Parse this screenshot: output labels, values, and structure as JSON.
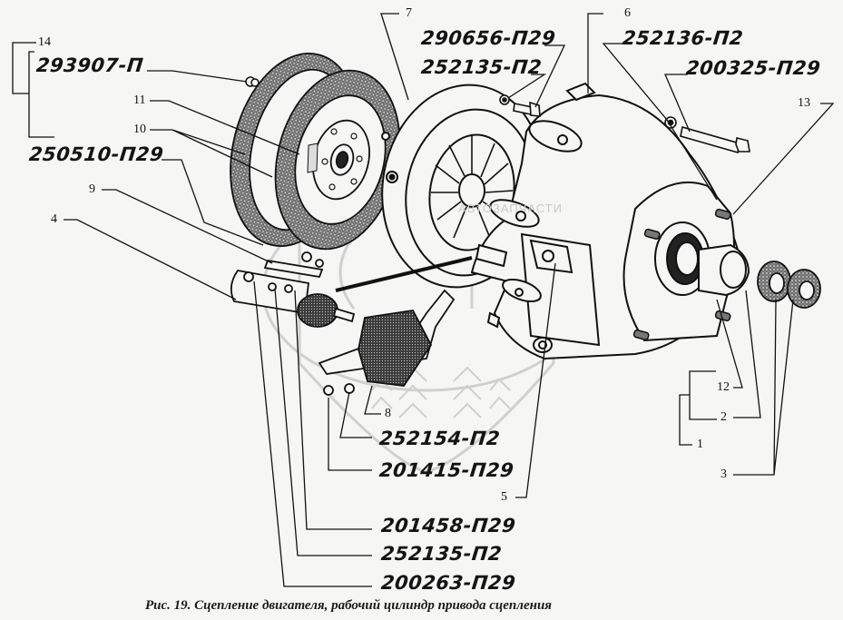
{
  "figure": {
    "caption": "Рис. 19. Сцепление двигателя, рабочий цилиндр привода сцепления",
    "watermark": "АВТОЗАПЧАСТИ"
  },
  "part_codes": [
    {
      "id": "p293907",
      "label": "293907-П"
    },
    {
      "id": "p250510",
      "label": "250510-П29"
    },
    {
      "id": "p290656",
      "label": "290656-П29"
    },
    {
      "id": "p252135_top",
      "label": "252135-П2"
    },
    {
      "id": "p252136",
      "label": "252136-П2"
    },
    {
      "id": "p200325",
      "label": "200325-П29"
    },
    {
      "id": "p252154",
      "label": "252154-П2"
    },
    {
      "id": "p201415",
      "label": "201415-П29"
    },
    {
      "id": "p201458",
      "label": "201458-П29"
    },
    {
      "id": "p252135_bottom",
      "label": "252135-П2"
    },
    {
      "id": "p200263",
      "label": "200263-П29"
    }
  ],
  "callouts": [
    {
      "id": "c14",
      "label": "14"
    },
    {
      "id": "c11",
      "label": "11"
    },
    {
      "id": "c10",
      "label": "10"
    },
    {
      "id": "c9",
      "label": "9"
    },
    {
      "id": "c4",
      "label": "4"
    },
    {
      "id": "c7",
      "label": "7"
    },
    {
      "id": "c6",
      "label": "6"
    },
    {
      "id": "c13",
      "label": "13"
    },
    {
      "id": "c12",
      "label": "12"
    },
    {
      "id": "c2",
      "label": "2"
    },
    {
      "id": "c1",
      "label": "1"
    },
    {
      "id": "c3",
      "label": "3"
    },
    {
      "id": "c8",
      "label": "8"
    },
    {
      "id": "c5",
      "label": "5"
    }
  ]
}
